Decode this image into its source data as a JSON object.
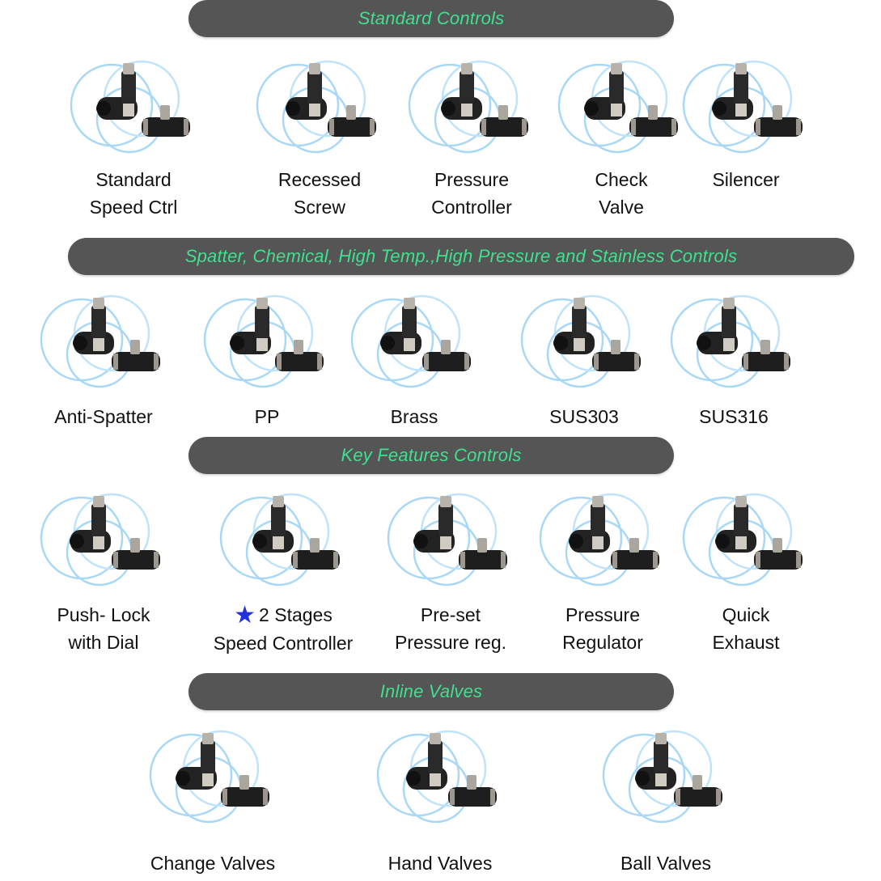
{
  "accent_color": "#3fe08f",
  "banner_color": "#555555",
  "sections": [
    {
      "title": "Standard Controls",
      "items": [
        {
          "label_lines": [
            "Standard",
            "Speed Ctrl"
          ],
          "icon": "speed-controller-icon"
        },
        {
          "label_lines": [
            "Recessed",
            "Screw"
          ],
          "icon": "recessed-screw-icon"
        },
        {
          "label_lines": [
            "Pressure",
            "Controller"
          ],
          "icon": "pressure-controller-icon"
        },
        {
          "label_lines": [
            "Check",
            "Valve"
          ],
          "icon": "check-valve-icon"
        },
        {
          "label_lines": [
            "Silencer"
          ],
          "icon": "silencer-icon"
        }
      ]
    },
    {
      "title": "Spatter, Chemical, High Temp.,High Pressure and Stainless Controls",
      "items": [
        {
          "label_lines": [
            "Anti-Spatter"
          ],
          "icon": "anti-spatter-icon"
        },
        {
          "label_lines": [
            "PP"
          ],
          "icon": "pp-fitting-icon"
        },
        {
          "label_lines": [
            "Brass"
          ],
          "icon": "brass-fitting-icon"
        },
        {
          "label_lines": [
            "SUS303"
          ],
          "icon": "sus303-fitting-icon"
        },
        {
          "label_lines": [
            "SUS316"
          ],
          "icon": "sus316-fitting-icon"
        }
      ]
    },
    {
      "title": "Key Features Controls",
      "items": [
        {
          "label_lines": [
            "Push- Lock",
            "with Dial"
          ],
          "icon": "push-lock-icon"
        },
        {
          "label_lines": [
            "2 Stages",
            "Speed Controller"
          ],
          "icon": "two-stage-controller-icon",
          "starred": true
        },
        {
          "label_lines": [
            "Pre-set",
            "Pressure reg."
          ],
          "icon": "preset-regulator-icon"
        },
        {
          "label_lines": [
            "Pressure",
            "Regulator"
          ],
          "icon": "pressure-regulator-icon"
        },
        {
          "label_lines": [
            "Quick",
            "Exhaust"
          ],
          "icon": "quick-exhaust-icon"
        }
      ]
    },
    {
      "title": "Inline Valves",
      "items": [
        {
          "label_lines": [
            "Change Valves"
          ],
          "icon": "change-valve-icon"
        },
        {
          "label_lines": [
            "Hand Valves"
          ],
          "icon": "hand-valve-icon"
        },
        {
          "label_lines": [
            "Ball Valves"
          ],
          "icon": "ball-valve-icon"
        }
      ]
    }
  ]
}
